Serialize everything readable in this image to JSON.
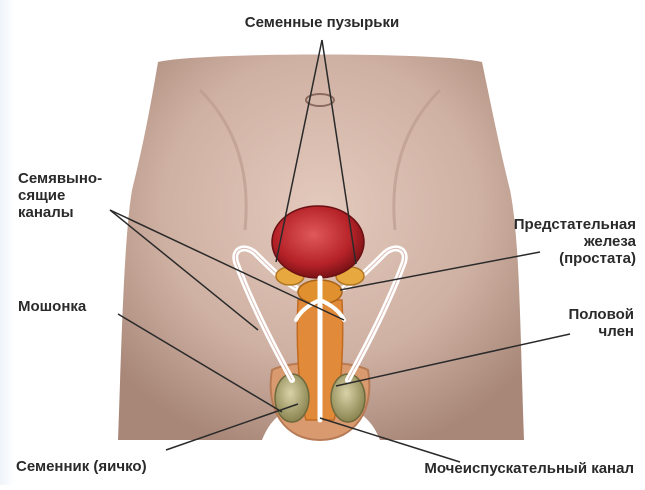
{
  "labels": {
    "seminal_vesicles": "Семенные пузырьки",
    "vas_deferens": "Семявыно-\nсящие\nканалы",
    "prostate": "Предстательная\nжелеза\n(простата)",
    "scrotum": "Мошонка",
    "penis": "Половой\nчлен",
    "testicle": "Семенник (яичко)",
    "urethra": "Мочеиспускательный канал"
  },
  "colors": {
    "skin": "#cfb1a3",
    "bladder": "#b52228",
    "organ_orange": "#e08a3a",
    "duct": "#ffffff",
    "testis": "#a8a070",
    "label_text": "#2a2a2a",
    "pointer_line": "#2a2a2a"
  }
}
